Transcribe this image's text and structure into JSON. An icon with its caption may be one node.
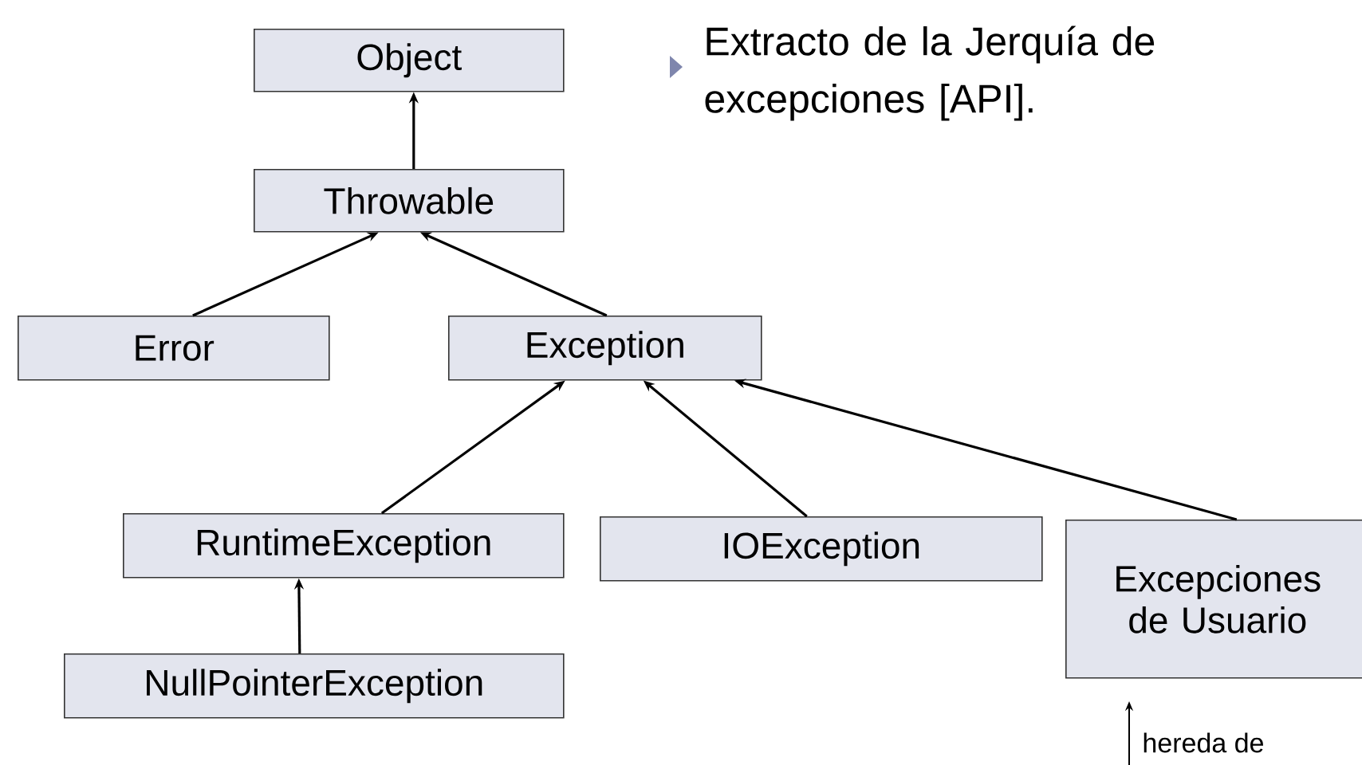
{
  "diagram": {
    "nodes": [
      {
        "text": [
          "Object"
        ]
      },
      {
        "text": [
          "Throwable"
        ]
      },
      {
        "text": [
          "Error"
        ]
      },
      {
        "text": [
          "Exception"
        ]
      },
      {
        "text": [
          "RuntimeException"
        ]
      },
      {
        "text": [
          "IOException"
        ]
      },
      {
        "text": [
          "Excepciones de Usuario"
        ]
      },
      {
        "text": [
          "NullPointerException"
        ]
      }
    ],
    "edges": [
      {
        "from": 1,
        "to": 0,
        "arrow": "to"
      },
      {
        "from": 2,
        "to": 1,
        "arrow": "to"
      },
      {
        "from": 3,
        "to": 1,
        "arrow": "to"
      },
      {
        "from": 4,
        "to": 3,
        "arrow": "to"
      },
      {
        "from": 5,
        "to": 3,
        "arrow": "to"
      },
      {
        "from": 6,
        "to": 3,
        "arrow": "to"
      },
      {
        "from": 7,
        "to": 4,
        "arrow": "to"
      }
    ],
    "labels": [
      "Extracto de la Jerquía de excepciones [API]."
    ],
    "legend": [
      {
        "text": "hereda de"
      }
    ]
  }
}
